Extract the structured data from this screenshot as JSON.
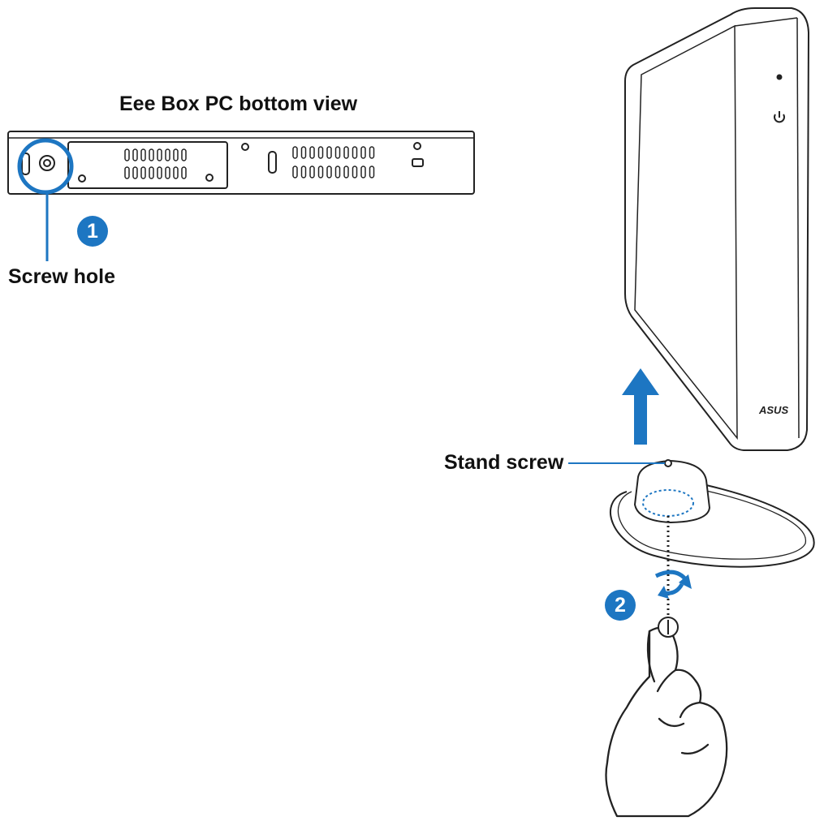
{
  "title": "Eee Box PC bottom view",
  "labels": {
    "screw_hole": "Screw hole",
    "stand_screw": "Stand screw"
  },
  "steps": [
    "1",
    "2"
  ],
  "device_brand": "ASUS",
  "colors": {
    "accent": "#1d76c2",
    "outline": "#222222"
  }
}
